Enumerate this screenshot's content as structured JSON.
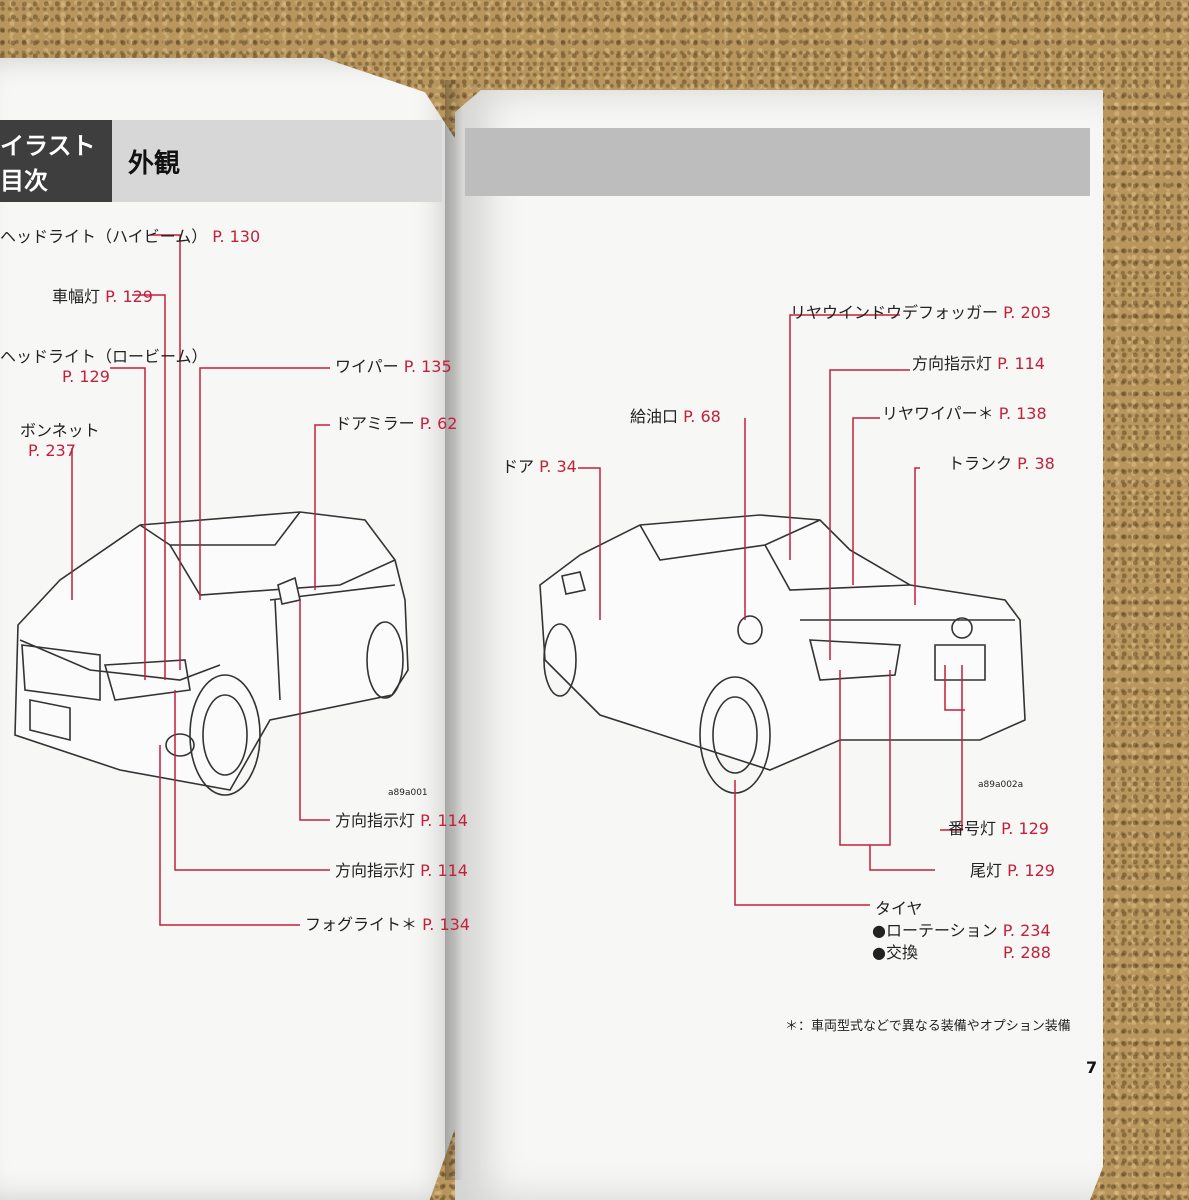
{
  "left_page": {
    "tab": "イラスト目次",
    "section": "外観",
    "labels": {
      "headlight_high": {
        "name": "ヘッドライト（ハイビーム）",
        "page": "P. 130"
      },
      "clearance_light": {
        "name": "車幅灯",
        "page": "P. 129"
      },
      "headlight_low_name": "ヘッドライト（ロービーム）",
      "headlight_low_page": "P. 129",
      "bonnet_name": "ボンネット",
      "bonnet_page": "P. 237",
      "wiper": {
        "name": "ワイパー",
        "page": "P. 135"
      },
      "door_mirror": {
        "name": "ドアミラー",
        "page": "P. 62"
      },
      "turn_signal_1": {
        "name": "方向指示灯",
        "page": "P. 114"
      },
      "turn_signal_2": {
        "name": "方向指示灯",
        "page": "P. 114"
      },
      "fog_light": {
        "name": "フォグライト＊",
        "page": "P. 134"
      }
    },
    "figure_code": "a89a001"
  },
  "right_page": {
    "labels": {
      "rear_defogger": {
        "name": "リヤウインドウデフォッガー",
        "page": "P. 203"
      },
      "turn_signal": {
        "name": "方向指示灯",
        "page": "P. 114"
      },
      "fuel_door": {
        "name": "給油口",
        "page": "P. 68"
      },
      "rear_wiper": {
        "name": "リヤワイパー＊",
        "page": "P. 138"
      },
      "door": {
        "name": "ドア",
        "page": "P. 34"
      },
      "trunk": {
        "name": "トランク",
        "page": "P. 38"
      },
      "license_light": {
        "name": "番号灯",
        "page": "P. 129"
      },
      "tail_light": {
        "name": "尾灯",
        "page": "P. 129"
      },
      "tire": "タイヤ",
      "rotation": {
        "name": "●ローテーション",
        "page": "P. 234"
      },
      "replace": {
        "name": "●交換",
        "page": "P. 288"
      }
    },
    "figure_code": "a89a002a",
    "footnote": "＊：車両型式などで異なる装備やオプション装備",
    "page_number": "7"
  }
}
